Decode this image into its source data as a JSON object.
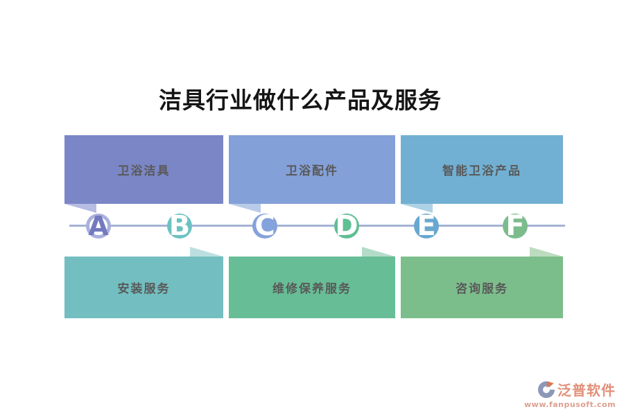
{
  "title": "洁具行业做什么产品及服务",
  "top_boxes": [
    {
      "label": "卫浴洁具",
      "color": "#7b86c6",
      "fold_color": "#b6bce2"
    },
    {
      "label": "卫浴配件",
      "color": "#84a0d8",
      "fold_color": "#b9cbe8"
    },
    {
      "label": "智能卫浴产品",
      "color": "#72b0d3",
      "fold_color": "#aed2e5"
    }
  ],
  "bottom_boxes": [
    {
      "label": "安装服务",
      "color": "#72bec0",
      "fold_color": "#bbdfe0"
    },
    {
      "label": "维修保养服务",
      "color": "#66bd96",
      "fold_color": "#b2dcc8"
    },
    {
      "label": "咨询服务",
      "color": "#7cbe8b",
      "fold_color": "#bcdcc0"
    }
  ],
  "timeline": {
    "line_color": "#a3b2d4",
    "markers": [
      {
        "letter": "A",
        "color": "#7379bf",
        "ring_color": "#a9b0dc",
        "style": "outline"
      },
      {
        "letter": "B",
        "color": "#6cc2c2",
        "style": "solid"
      },
      {
        "letter": "C",
        "color": "#84a2dc",
        "style": "solid"
      },
      {
        "letter": "D",
        "color": "#5fbf95",
        "style": "solid"
      },
      {
        "letter": "E",
        "color": "#68a8d0",
        "style": "solid"
      },
      {
        "letter": "F",
        "color": "#7cbc8c",
        "style": "solid"
      }
    ]
  },
  "colors": {
    "title_text": "#151515",
    "box_text": "#595959",
    "logo_gray_blue": "#8b98b8",
    "logo_orange": "#e0774b"
  },
  "footer": {
    "brand": "泛普软件",
    "url": "www.fanpusoft.com",
    "brand_color": "#e28f79",
    "url_color": "#de9f8f"
  }
}
